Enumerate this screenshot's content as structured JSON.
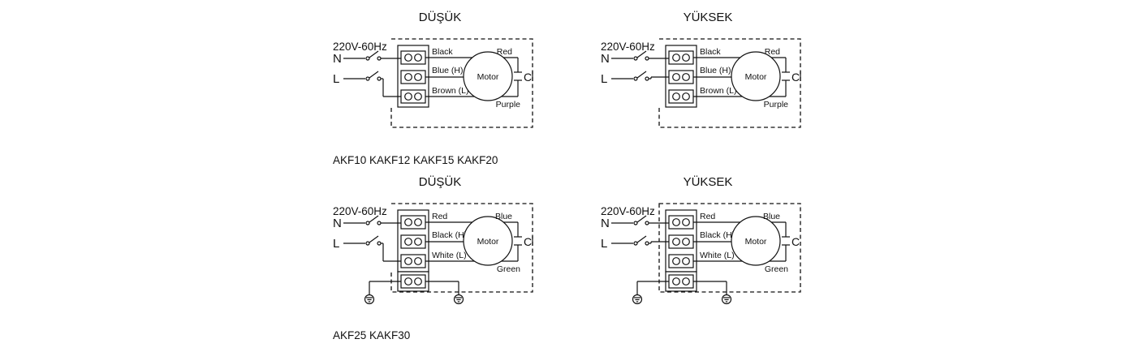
{
  "diagrams": [
    {
      "title": "DÜŞÜK",
      "supply": "220V-60Hz",
      "n": "N",
      "l": "L",
      "wires": [
        "Black",
        "Blue (H)",
        "Brown (L)"
      ],
      "top_right": "Red",
      "bottom_right": "Purple",
      "motor": "Motor",
      "cap": "C",
      "ground": false,
      "frame": "partial"
    },
    {
      "title": "YÜKSEK",
      "supply": "220V-60Hz",
      "n": "N",
      "l": "L",
      "wires": [
        "Black",
        "Blue (H)",
        "Brown (L)"
      ],
      "top_right": "Red",
      "bottom_right": "Purple",
      "motor": "Motor",
      "cap": "C",
      "ground": false,
      "frame": "partial"
    },
    {
      "title": "DÜŞÜK",
      "supply": "220V-60Hz",
      "n": "N",
      "l": "L",
      "wires": [
        "Red",
        "Black (H)",
        "White (L)"
      ],
      "top_right": "Blue",
      "bottom_right": "Green",
      "motor": "Motor",
      "cap": "C",
      "ground": true,
      "frame": "partial"
    },
    {
      "title": "YÜKSEK",
      "supply": "220V-60Hz",
      "n": "N",
      "l": "L",
      "wires": [
        "Red",
        "Black (H)",
        "White (L)"
      ],
      "top_right": "Blue",
      "bottom_right": "Green",
      "motor": "Motor",
      "cap": "C",
      "ground": true,
      "frame": "full"
    }
  ],
  "models": {
    "row1": "AKF10   KAKF12   KAKF15   KAKF20",
    "row2": "AKF25  KAKF30"
  }
}
